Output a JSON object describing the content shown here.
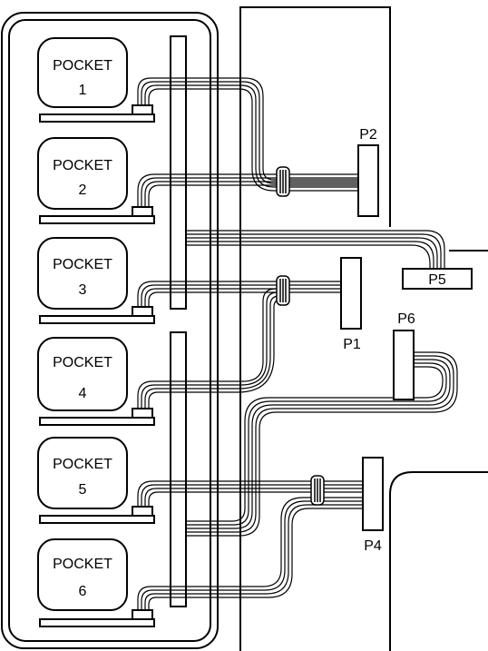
{
  "colors": {
    "ink": "#000000",
    "paper": "#ffffff",
    "connector_band": "#d0d0d0"
  },
  "pockets": [
    {
      "id": "1",
      "line1": "POCKET",
      "line2": "1"
    },
    {
      "id": "2",
      "line1": "POCKET",
      "line2": "2"
    },
    {
      "id": "3",
      "line1": "POCKET",
      "line2": "3"
    },
    {
      "id": "4",
      "line1": "POCKET",
      "line2": "4"
    },
    {
      "id": "5",
      "line1": "POCKET",
      "line2": "5"
    },
    {
      "id": "6",
      "line1": "POCKET",
      "line2": "6"
    }
  ],
  "connectors": {
    "p1": "P1",
    "p2": "P2",
    "p4": "P4",
    "p5": "P5",
    "p6": "P6"
  }
}
